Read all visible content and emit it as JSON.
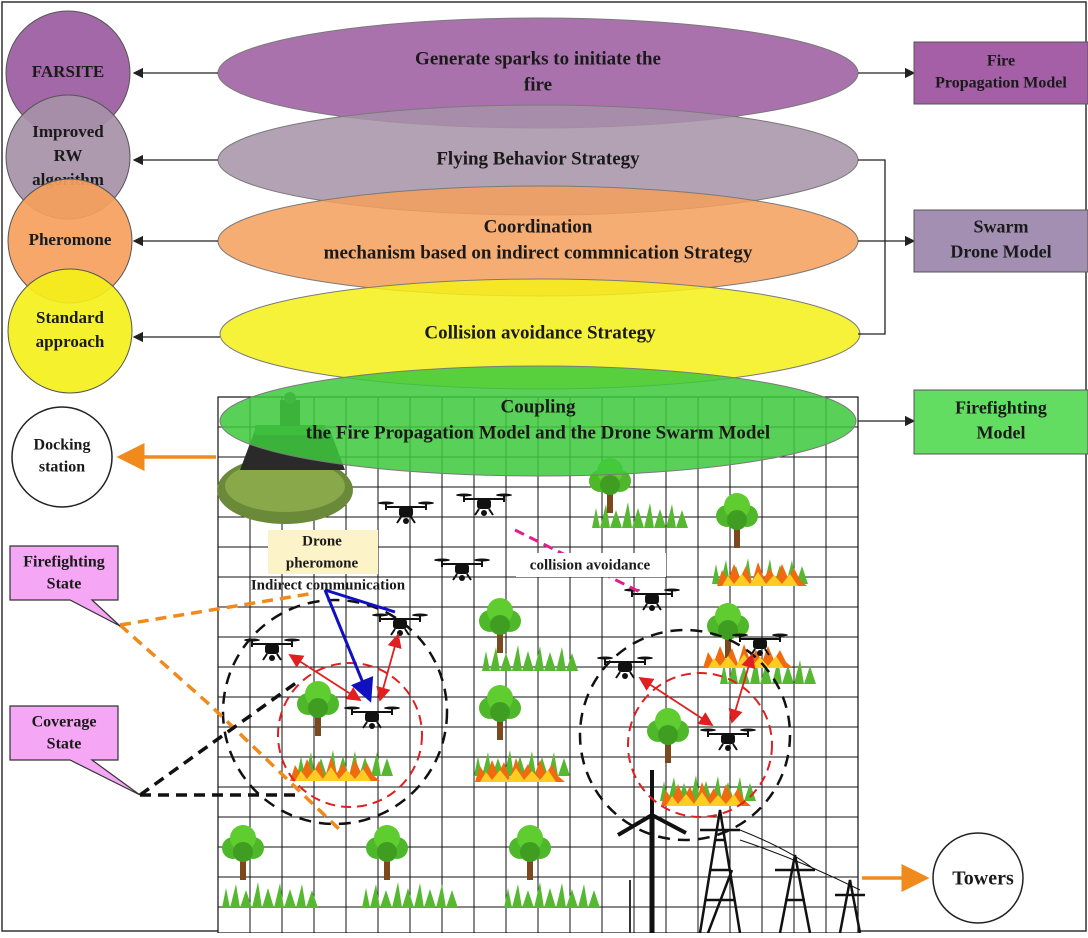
{
  "layers": [
    {
      "lines": [
        "Generate sparks to initiate the",
        "fire"
      ],
      "left": [
        "FARSITE"
      ],
      "right": [
        "Fire",
        "Propagation Model"
      ],
      "color": "#9b5ba0"
    },
    {
      "lines": [
        "Flying Behavior Strategy"
      ],
      "left": [
        "Improved",
        "RW",
        "algorithm"
      ],
      "color": "#a791a8"
    },
    {
      "lines": [
        "Coordination",
        "mechanism based on indirect commnication Strategy"
      ],
      "left": [
        "Pheromone"
      ],
      "right": [
        "Swarm",
        "Drone Model"
      ],
      "color": "#f5a05c"
    },
    {
      "lines": [
        "Collision avoidance Strategy"
      ],
      "left": [
        "Standard",
        "approach"
      ],
      "color": "#f4f01a"
    },
    {
      "lines": [
        "Coupling",
        "the Fire Propagation Model and the Drone Swarm Model"
      ],
      "right": [
        "Firefighting",
        "Model"
      ],
      "color": "#3ec93e"
    }
  ],
  "right_box_colors": [
    "#a45fa6",
    "#a28fb2",
    "#62dd62"
  ],
  "scene_labels": {
    "docking": [
      "Docking",
      "station"
    ],
    "firefighting_state": [
      "Firefighting",
      "State"
    ],
    "coverage_state": [
      "Coverage",
      "State"
    ],
    "drone_pheromone": [
      "Drone",
      "pheromone",
      "Indirect communication"
    ],
    "collision_avoidance": "collision avoidance",
    "towers": "Towers"
  },
  "icons": [
    "drone-icon",
    "tree-icon",
    "fire-icon",
    "docking-station-icon",
    "wind-turbine-icon",
    "power-tower-icon"
  ]
}
